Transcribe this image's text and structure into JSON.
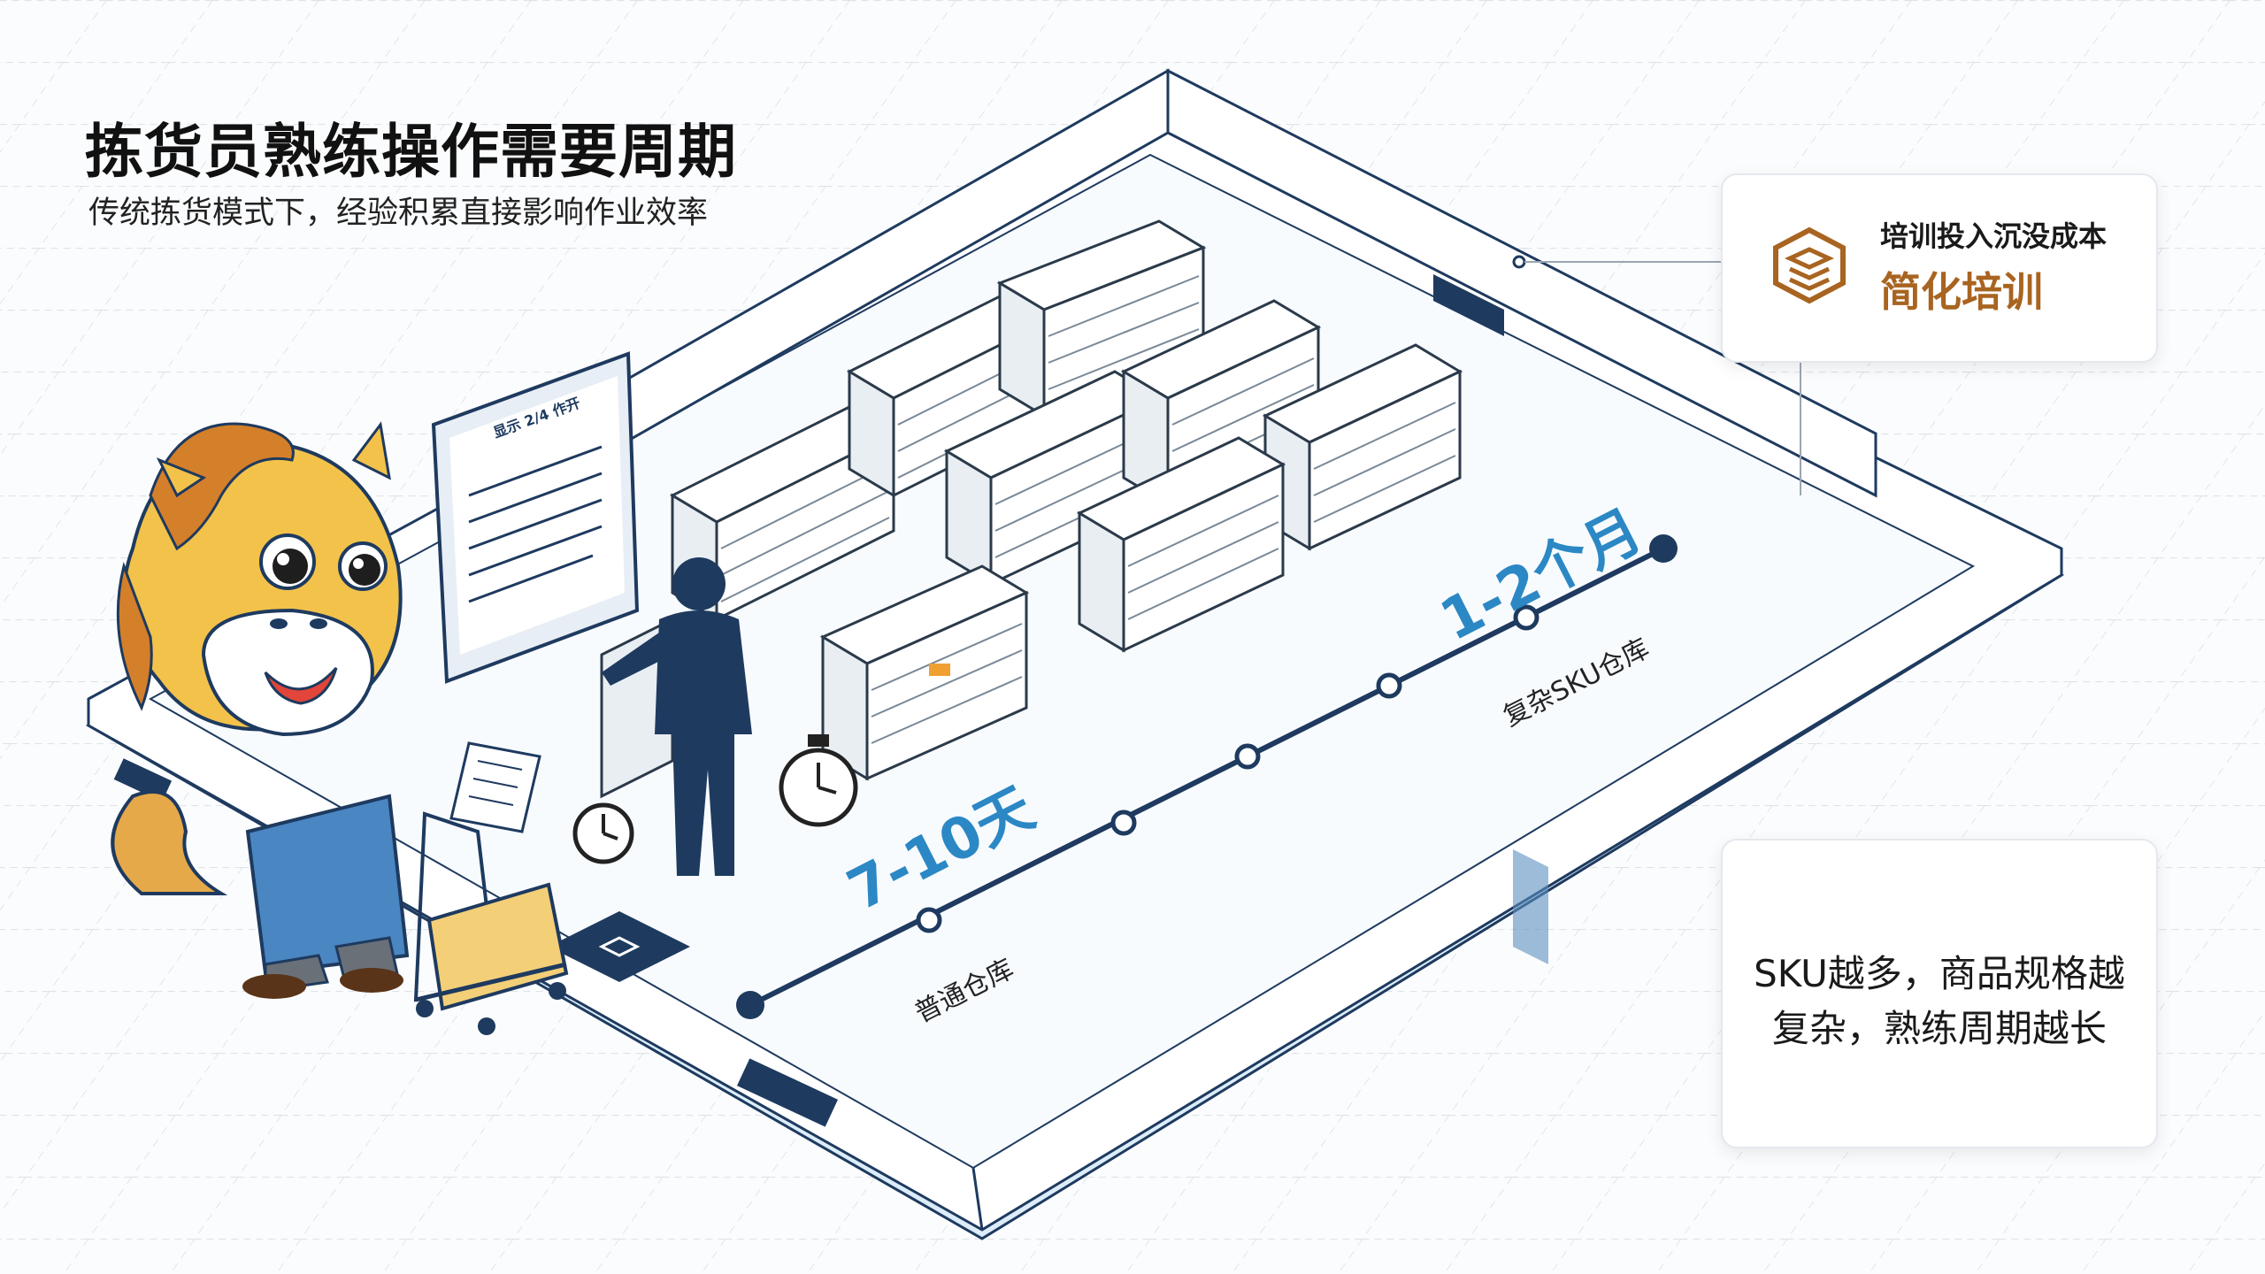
{
  "header": {
    "title": "拣货员熟练操作需要周期",
    "subtitle": "传统拣货模式下，经验积累直接影响作业效率"
  },
  "card_top": {
    "kicker": "培训投入沉没成本",
    "headline": "简化培训",
    "icon": "stack-layers-icon"
  },
  "card_bottom": {
    "line1": "SKU越多，商品规格越",
    "line2": "复杂，熟练周期越长"
  },
  "timeline": {
    "start_label": "7-10天",
    "start_caption": "普通仓库",
    "end_label": "1-2个月",
    "end_caption": "复杂SKU仓库"
  },
  "clipboard": {
    "header_text": "显示 2/4 作开"
  },
  "colors": {
    "accent_blue": "#2b88c4",
    "dark_navy": "#1e3a5f",
    "orange": "#a86420",
    "mascot_yellow": "#f3c24a"
  }
}
